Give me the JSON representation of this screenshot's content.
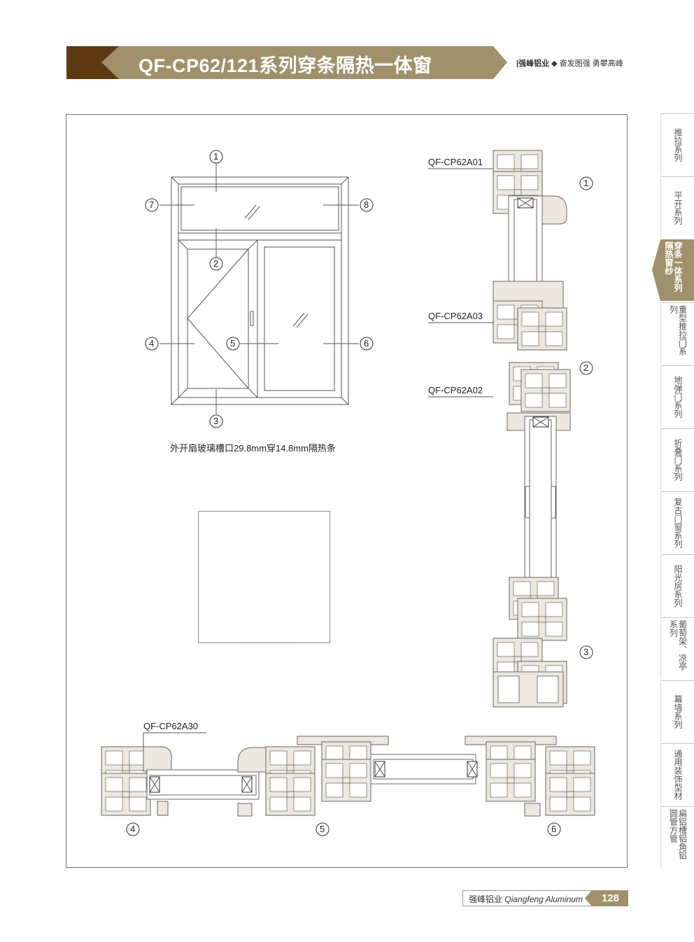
{
  "header": {
    "title": "QF-CP62/121系列穿条隔热一体窗",
    "brand": "|强峰铝业",
    "slogan": "◆ 奋发图强 勇攀高峰"
  },
  "sidebar": {
    "items": [
      {
        "label": "推拉系列"
      },
      {
        "label": "平开系列"
      },
      {
        "label": "穿条一体系列隔热窗纱"
      },
      {
        "label": "重型推拉门系列"
      },
      {
        "label": "地弹门系列"
      },
      {
        "label": "折叠门系列"
      },
      {
        "label": "复古门窗系列"
      },
      {
        "label": "阳光房系列"
      },
      {
        "label": "葡萄架、凉亭系列"
      },
      {
        "label": "幕墙系列"
      },
      {
        "label": "通用装饰型材"
      },
      {
        "label": "扁铝槽铝角铝圆管方管"
      }
    ]
  },
  "drawing": {
    "markers": [
      "1",
      "2",
      "3",
      "4",
      "5",
      "6",
      "7",
      "8"
    ],
    "caption": "外开扇玻璃槽口29.8mm穿14.8mm隔热条"
  },
  "profiles": {
    "a01": "QF-CP62A01",
    "a03": "QF-CP62A03",
    "a02": "QF-CP62A02",
    "a30": "QF-CP62A30",
    "right_markers": [
      "1",
      "2",
      "3"
    ],
    "bottom_markers": [
      "4",
      "5",
      "6"
    ]
  },
  "footer": {
    "brand": "强峰铝业",
    "brand_en": "Qiangfeng Aluminum",
    "page": "128"
  },
  "colors": {
    "accent": "#a0906b",
    "dark": "#5e3a12",
    "profile_fill": "#e9e5dc",
    "photo_blue": "#4fb8d6"
  }
}
